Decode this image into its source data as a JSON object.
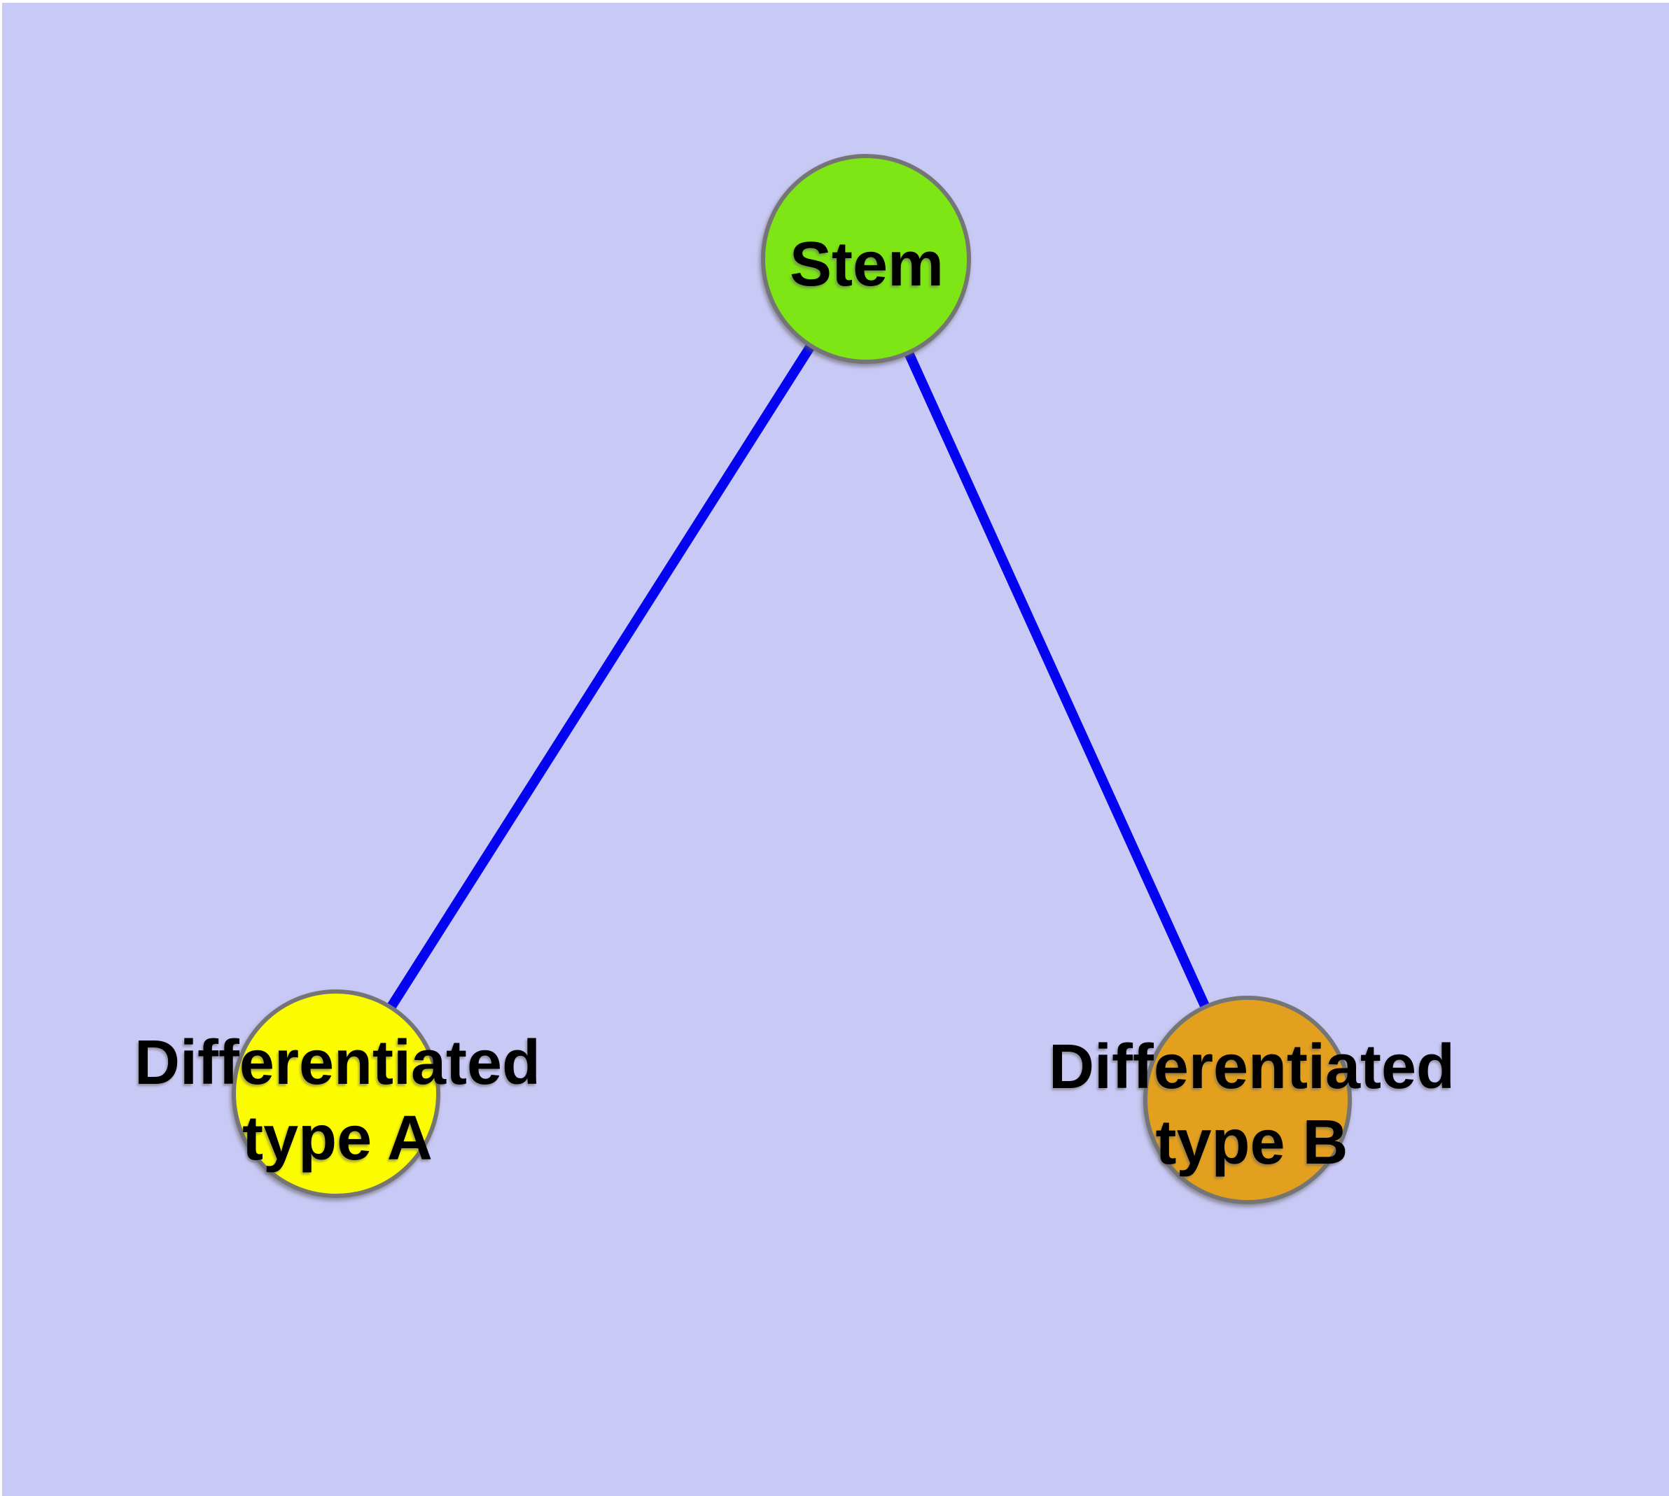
{
  "colors": {
    "background": "#C9C9F5",
    "edge": "#0404F0",
    "node_border": "#757575",
    "label_text": "#000000",
    "stem_fill": "#7DE614",
    "type_a_fill": "#FCFC00",
    "type_b_fill": "#E3A01E"
  },
  "nodes": {
    "stem": {
      "label": "Stem"
    },
    "type_a": {
      "label_line1": "Differentiated",
      "label_line2": "type A"
    },
    "type_b": {
      "label_line1": "Differentiated",
      "label_line2": "type B"
    }
  },
  "edges": [
    {
      "from": "Stem",
      "to": "Differentiated type A"
    },
    {
      "from": "Stem",
      "to": "Differentiated type B"
    }
  ]
}
